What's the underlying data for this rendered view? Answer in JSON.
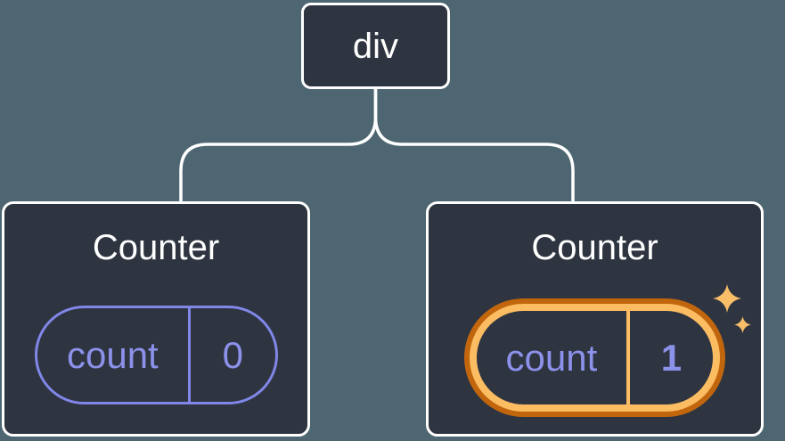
{
  "colors": {
    "background": "#4D6671",
    "card_bg": "#2E3440",
    "card_border": "#FFFFFF",
    "line": "#FFFFFF",
    "title_text": "#FFFFFF",
    "purple_text": "#8C91EA",
    "purple_border": "#8187E8",
    "orange_outer": "#C2660E",
    "orange_inner": "#FBBC62",
    "sparkle": "#F8BE68"
  },
  "tree": {
    "root": {
      "label": "div"
    },
    "children": [
      {
        "title": "Counter",
        "state": {
          "key": "count",
          "value": "0"
        },
        "highlighted": false
      },
      {
        "title": "Counter",
        "state": {
          "key": "count",
          "value": "1"
        },
        "highlighted": true
      }
    ]
  }
}
